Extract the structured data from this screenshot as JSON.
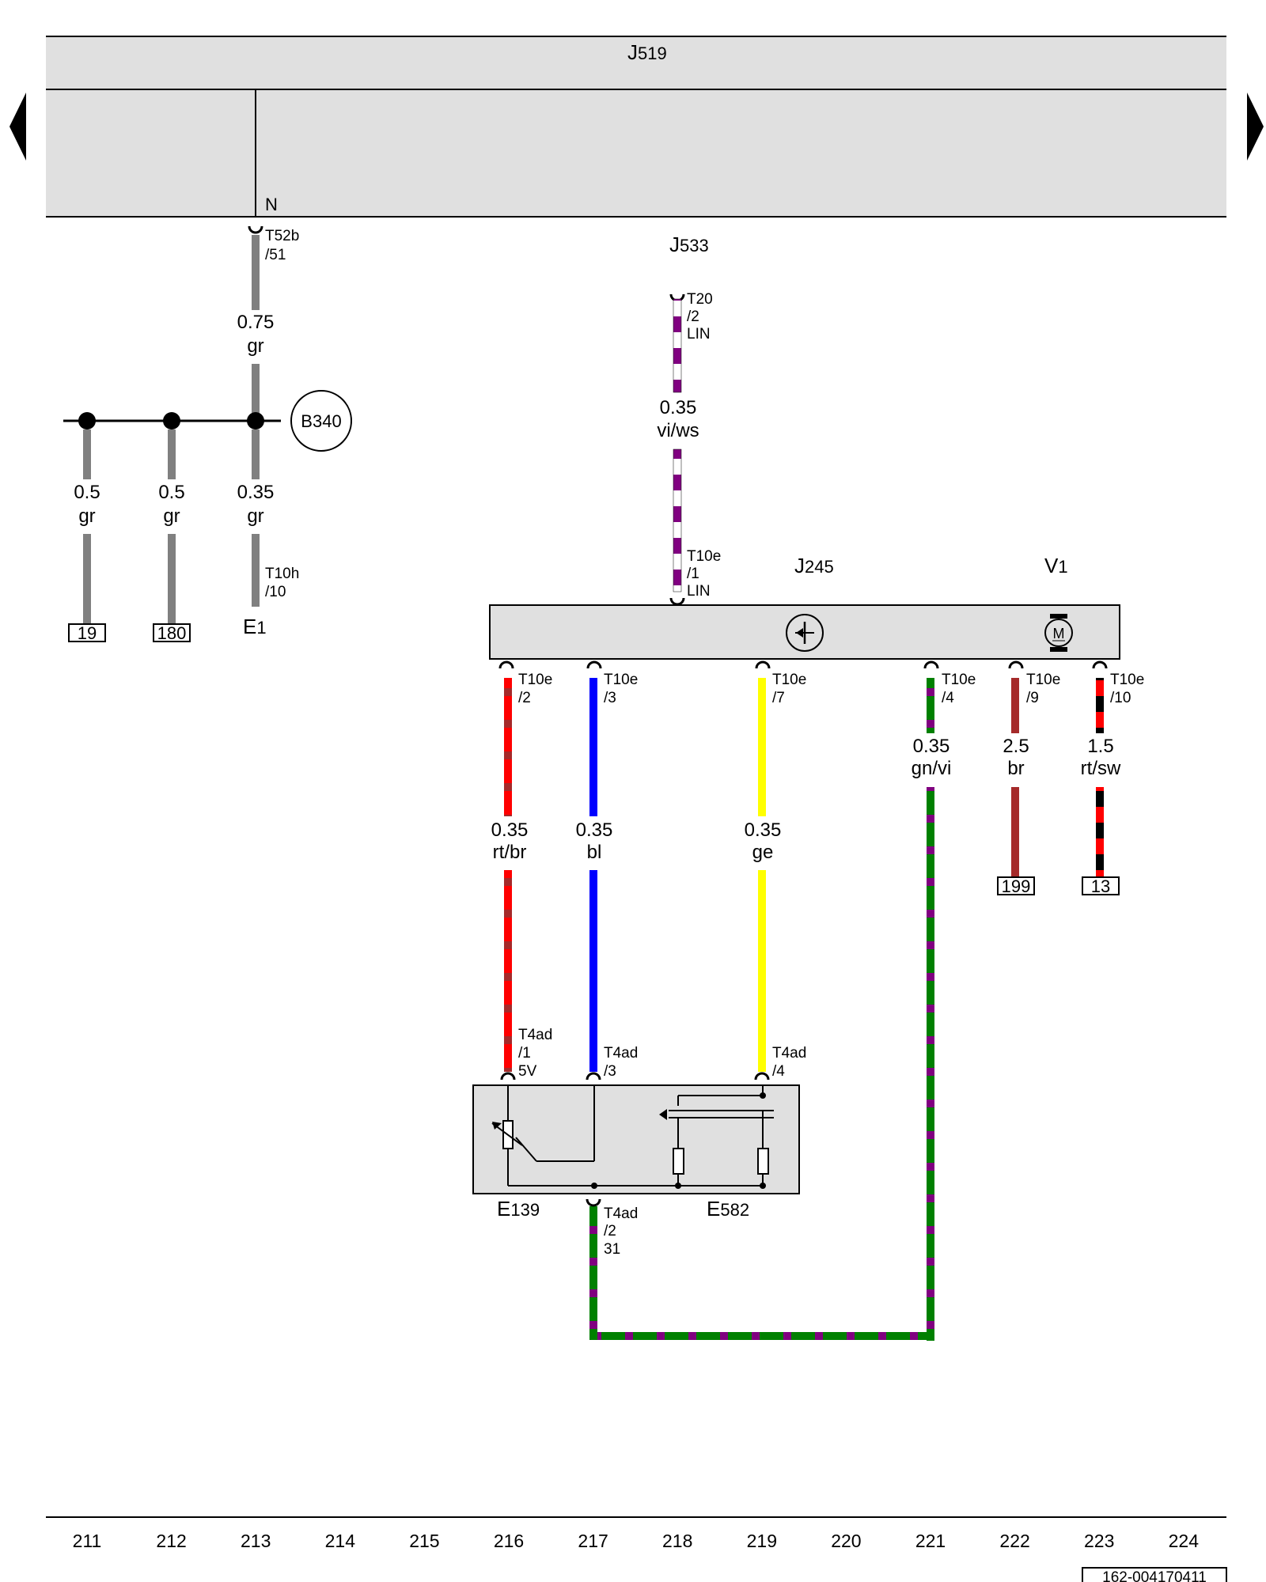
{
  "nav": {
    "prev_icon": "triangle-left-icon",
    "next_icon": "triangle-right-icon"
  },
  "components": {
    "J519": {
      "letter": "J",
      "num": "519"
    },
    "J533": {
      "letter": "J",
      "num": "533"
    },
    "J245": {
      "letter": "J",
      "num": "245"
    },
    "V1": {
      "letter": "V",
      "num": "1"
    },
    "E1": {
      "letter": "E",
      "num": "1"
    },
    "E139": {
      "letter": "E",
      "num": "139"
    },
    "E582": {
      "letter": "E",
      "num": "582"
    },
    "B340": "B340"
  },
  "connectors": {
    "J519_N": {
      "pin": "N",
      "conn": "T52b",
      "pos": "/51"
    },
    "J533_T20": {
      "conn": "T20",
      "pos": "/2",
      "sig": "LIN"
    },
    "E1_T10h": {
      "conn": "T10h",
      "pos": "/10"
    },
    "J245_T10e_1": {
      "conn": "T10e",
      "pos": "/1",
      "sig": "LIN"
    },
    "J245_T10e_2": {
      "conn": "T10e",
      "pos": "/2"
    },
    "J245_T10e_3": {
      "conn": "T10e",
      "pos": "/3"
    },
    "J245_T10e_7": {
      "conn": "T10e",
      "pos": "/7"
    },
    "J245_T10e_4": {
      "conn": "T10e",
      "pos": "/4"
    },
    "J245_T10e_9": {
      "conn": "T10e",
      "pos": "/9"
    },
    "J245_T10e_10": {
      "conn": "T10e",
      "pos": "/10"
    },
    "T4ad_1": {
      "conn": "T4ad",
      "pos": "/1",
      "sig": "5V"
    },
    "T4ad_3": {
      "conn": "T4ad",
      "pos": "/3"
    },
    "T4ad_4": {
      "conn": "T4ad",
      "pos": "/4"
    },
    "T4ad_2": {
      "conn": "T4ad",
      "pos": "/2",
      "sig": "31"
    }
  },
  "wires": {
    "w_b340_top": {
      "size": "0.75",
      "color": "gr"
    },
    "w_lin": {
      "size": "0.35",
      "color": "vi/ws"
    },
    "w_19": {
      "size": "0.5",
      "color": "gr"
    },
    "w_180": {
      "size": "0.5",
      "color": "gr"
    },
    "w_e1": {
      "size": "0.35",
      "color": "gr"
    },
    "w_t2_a": {
      "size": "0.35",
      "color": "rt/br"
    },
    "w_t3_a": {
      "size": "0.35",
      "color": "bl"
    },
    "w_t7_a": {
      "size": "0.35",
      "color": "ge"
    },
    "w_t4": {
      "size": "0.35",
      "color": "gn/vi"
    },
    "w_t9": {
      "size": "2.5",
      "color": "br"
    },
    "w_t10": {
      "size": "1.5",
      "color": "rt/sw"
    }
  },
  "references": {
    "r19": "19",
    "r180": "180",
    "r199": "199",
    "r13": "13"
  },
  "motor_symbol": "M",
  "grid_numbers": [
    "211",
    "212",
    "213",
    "214",
    "215",
    "216",
    "217",
    "218",
    "219",
    "220",
    "221",
    "222",
    "223",
    "224"
  ],
  "doc_code": "162-004170411",
  "colors": {
    "gr": "#808080",
    "vi": "#800080",
    "ws": "#ffffff",
    "rt": "#ff0000",
    "br": "#a52a2a",
    "bl": "#0000ff",
    "ge": "#ffff00",
    "gn": "#008000",
    "sw": "#000000",
    "box_fill": "#e0e0e0"
  }
}
